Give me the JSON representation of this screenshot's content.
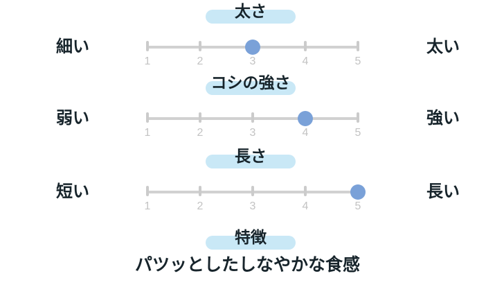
{
  "chart_data": {
    "type": "scatter",
    "title": "",
    "scales": [
      {
        "title": "太さ",
        "min_label": "細い",
        "max_label": "太い",
        "range": [
          1,
          5
        ],
        "value": 3,
        "ticks": [
          "1",
          "2",
          "3",
          "4",
          "5"
        ]
      },
      {
        "title": "コシの強さ",
        "min_label": "弱い",
        "max_label": "強い",
        "range": [
          1,
          5
        ],
        "value": 4,
        "ticks": [
          "1",
          "2",
          "3",
          "4",
          "5"
        ]
      },
      {
        "title": "長さ",
        "min_label": "短い",
        "max_label": "長い",
        "range": [
          1,
          5
        ],
        "value": 5,
        "ticks": [
          "1",
          "2",
          "3",
          "4",
          "5"
        ]
      }
    ],
    "feature": {
      "title": "特徴",
      "description": "パツッとしたしなやかな食感"
    },
    "layout": {
      "grid": false,
      "legend": "none",
      "axis_ranges": "1-5 per scale"
    }
  },
  "colors": {
    "value_dot": "#7AA1D8",
    "title_highlight": "#C9E8F6",
    "track": "#D1D1D1",
    "tick_label": "#C3C3C3",
    "text": "#17242B",
    "background": "#FFFFFF"
  }
}
